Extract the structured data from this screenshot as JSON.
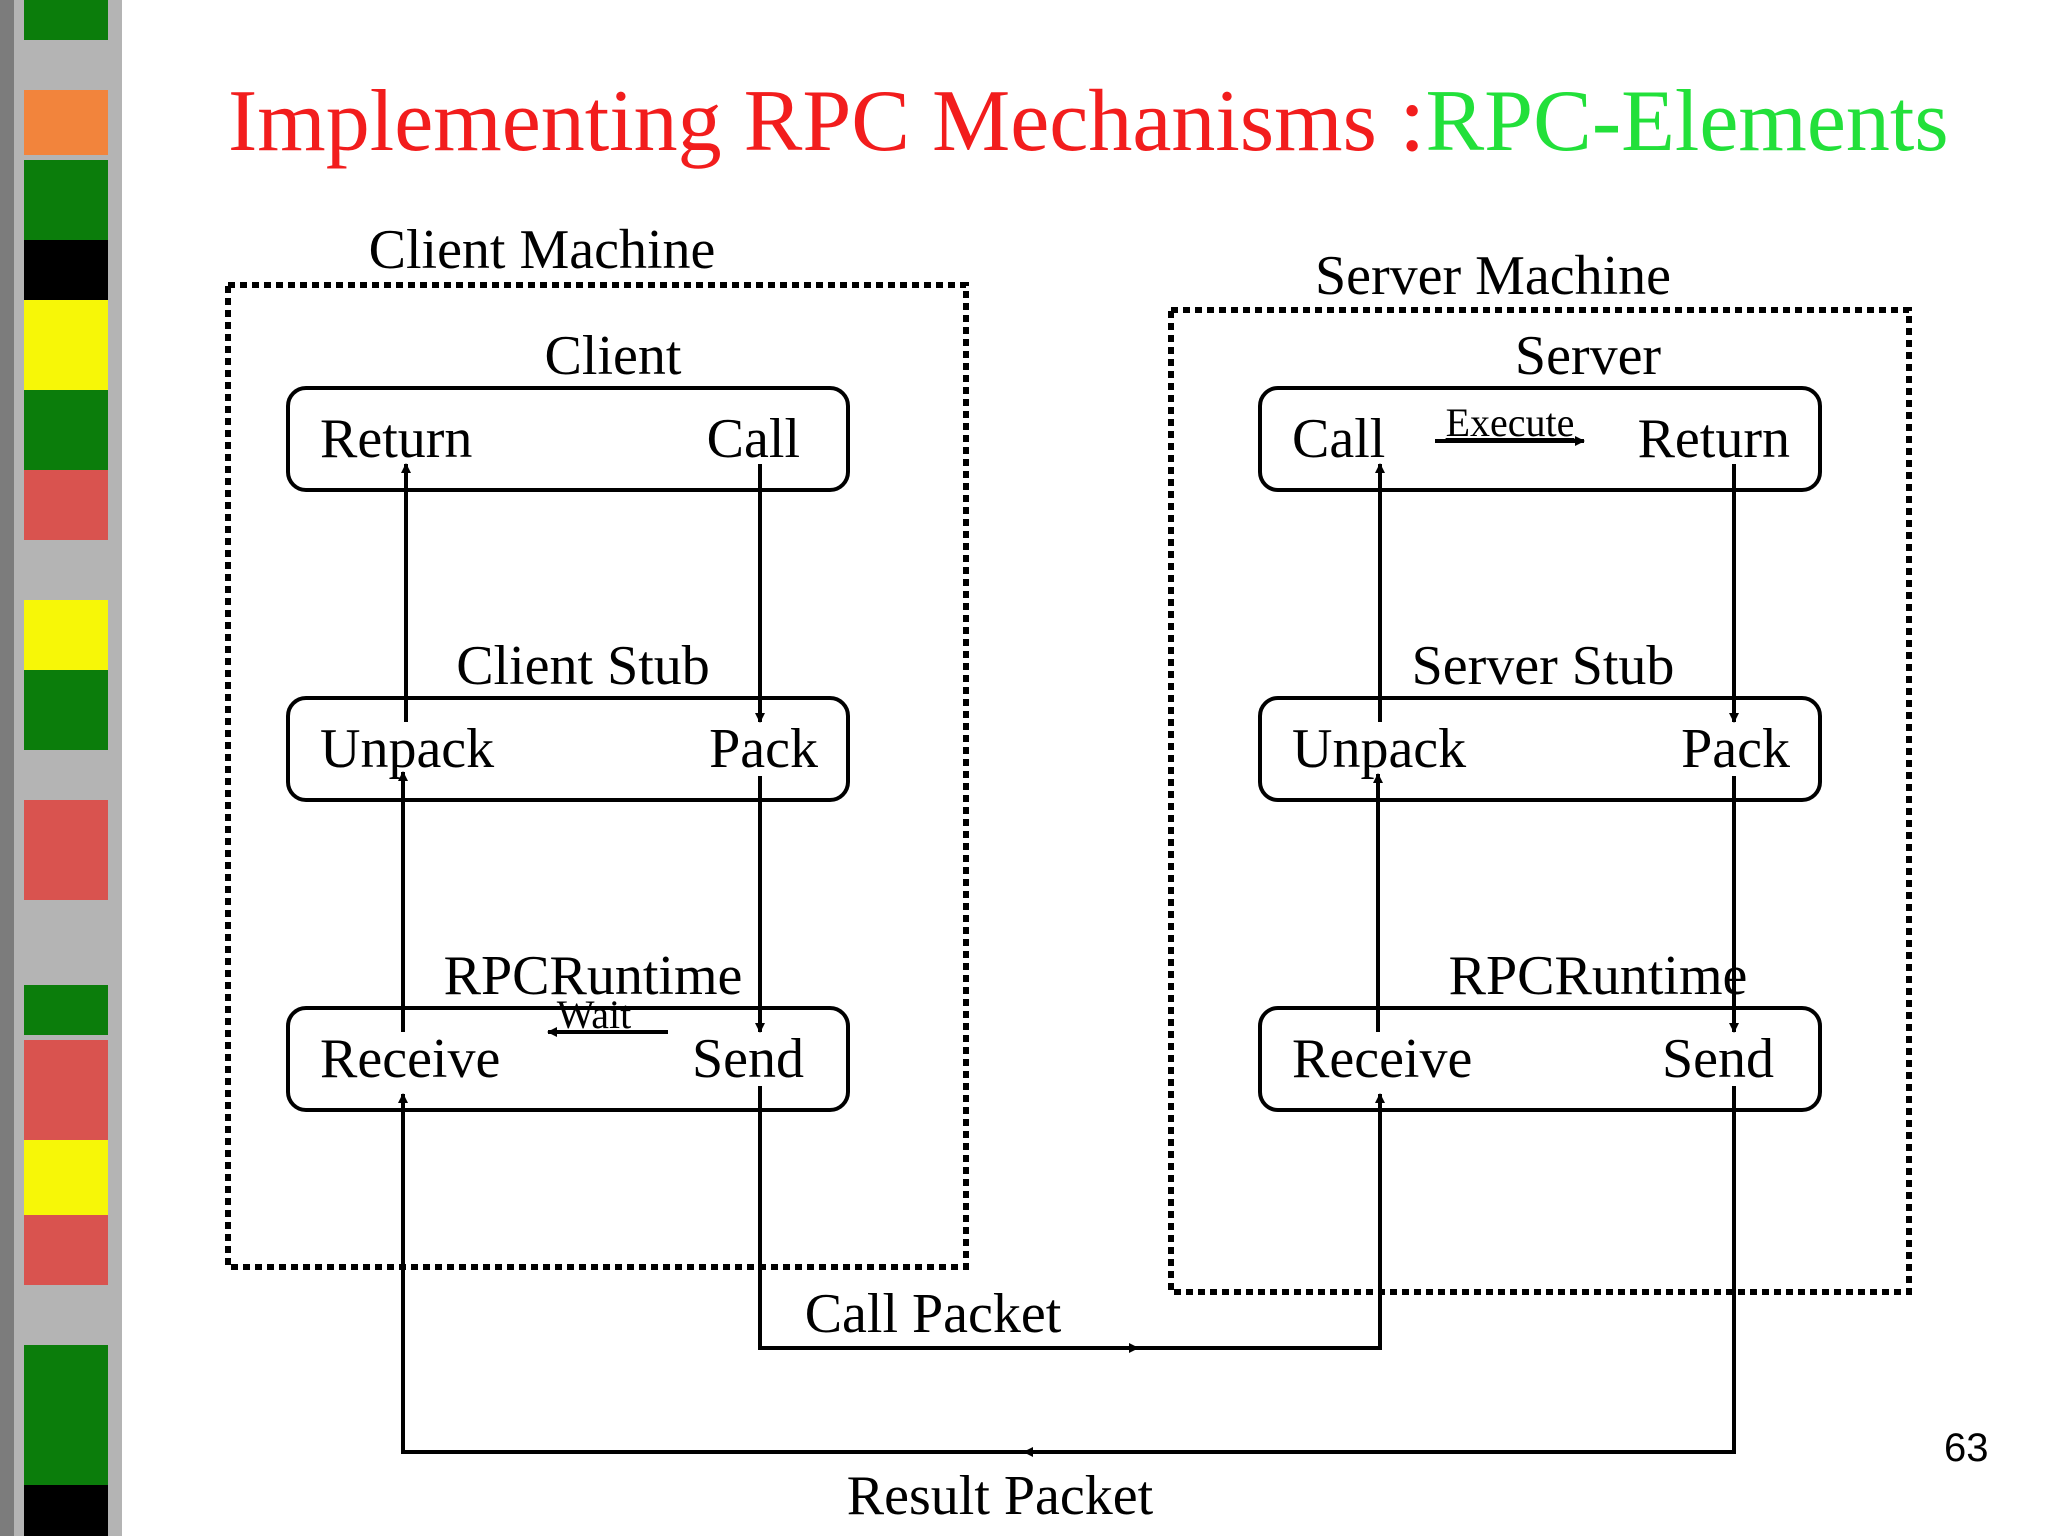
{
  "slide": {
    "title_main": "Implementing RPC Mechanisms",
    "title_colon": ":",
    "title_sub": "RPC-Elements",
    "title_main_color": "#f21d1d",
    "title_sub_color": "#22e03a",
    "page_number": "63"
  },
  "sidebar_colors": [
    "#0b7d0b",
    "#f2843c",
    "#0b7d0b",
    "#000000",
    "#f7f707",
    "#0b7d0b",
    "#d9534f",
    "#f7f707",
    "#0b7d0b",
    "#d9534f",
    "#0b7d0b",
    "#d9534f",
    "#f7f707",
    "#d9534f",
    "#0b7d0b",
    "#000000"
  ],
  "client_machine": {
    "label": "Client Machine",
    "client": {
      "label": "Client",
      "left": "Return",
      "right": "Call"
    },
    "stub": {
      "label": "Client Stub",
      "left": "Unpack",
      "right": "Pack"
    },
    "runtime": {
      "label": "RPCRuntime",
      "left": "Receive",
      "right": "Send",
      "note": "Wait"
    }
  },
  "server_machine": {
    "label": "Server Machine",
    "server": {
      "label": "Server",
      "left": "Call",
      "right": "Return",
      "note": "Execute"
    },
    "stub": {
      "label": "Server Stub",
      "left": "Unpack",
      "right": "Pack"
    },
    "runtime": {
      "label": "RPCRuntime",
      "left": "Receive",
      "right": "Send"
    }
  },
  "packets": {
    "call": "Call Packet",
    "result": "Result Packet"
  }
}
